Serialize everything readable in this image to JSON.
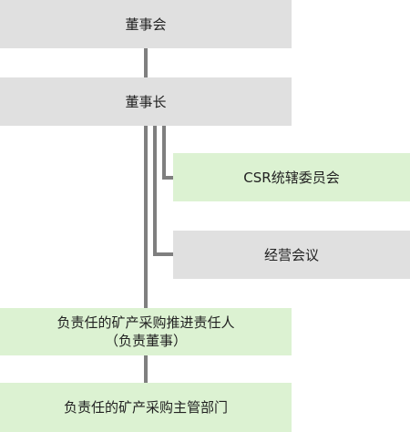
{
  "nodes": {
    "board": "董事会",
    "chairman": "董事长",
    "csr_committee": "CSR统辖委员会",
    "management_meeting": "经营会议",
    "responsible_person_line1": "负责任的矿产采购推进责任人",
    "responsible_person_line2": "（负责董事）",
    "responsible_dept": "负责任的矿产采购主管部门"
  },
  "colors": {
    "gray_box": "#e0e0e0",
    "green_box": "#dcf2d2",
    "connector": "#7f7f7f"
  }
}
